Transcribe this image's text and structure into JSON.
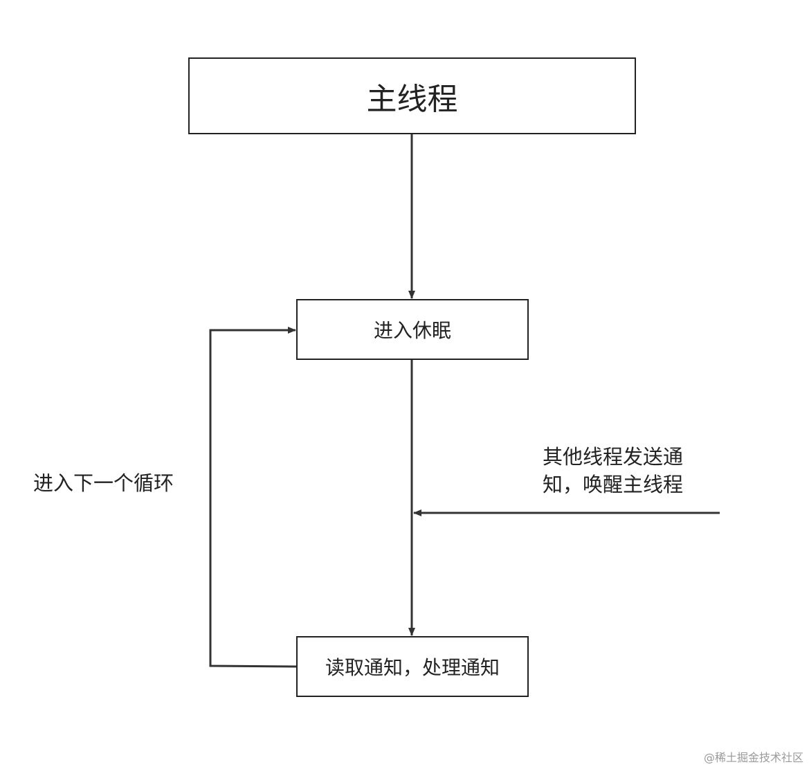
{
  "diagram": {
    "nodes": {
      "main_thread": "主线程",
      "enter_sleep": "进入休眠",
      "process": "读取通知，处理通知"
    },
    "labels": {
      "next_loop": "进入下一个循环",
      "notify_line1": "其他线程发送通",
      "notify_line2": "知，唤醒主线程"
    },
    "edges": [
      {
        "from": "main_thread",
        "to": "enter_sleep",
        "label": ""
      },
      {
        "from": "enter_sleep",
        "to": "process",
        "label": ""
      },
      {
        "from": "process",
        "to": "enter_sleep",
        "label": "next_loop"
      },
      {
        "from": "other_threads",
        "to": "process",
        "label": "notify"
      }
    ],
    "colors": {
      "line": "#222222",
      "background": "#ffffff",
      "watermark": "#9a9a9a"
    }
  },
  "watermark": "@稀土掘金技术社区"
}
